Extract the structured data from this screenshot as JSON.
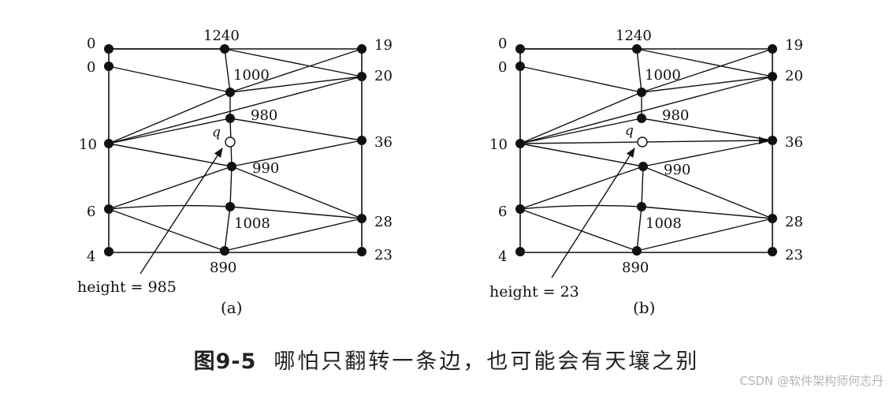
{
  "figure": {
    "caption_number": "图9-5",
    "caption_text": "哪怕只翻转一条边，也可能会有天壤之别",
    "watermark": "CSDN @软件架构师何志丹",
    "query_label": "q",
    "panels": [
      {
        "label": "(a)",
        "height_text": "height = 985",
        "vertex_labels": [
          "0",
          "0",
          "10",
          "6",
          "4",
          "1240",
          "1000",
          "980",
          "990",
          "1008",
          "890",
          "19",
          "20",
          "36",
          "28",
          "23"
        ]
      },
      {
        "label": "(b)",
        "height_text": "height = 23",
        "vertex_labels": [
          "0",
          "0",
          "10",
          "6",
          "4",
          "1240",
          "1000",
          "980",
          "990",
          "1008",
          "890",
          "19",
          "20",
          "36",
          "28",
          "23"
        ]
      }
    ]
  }
}
